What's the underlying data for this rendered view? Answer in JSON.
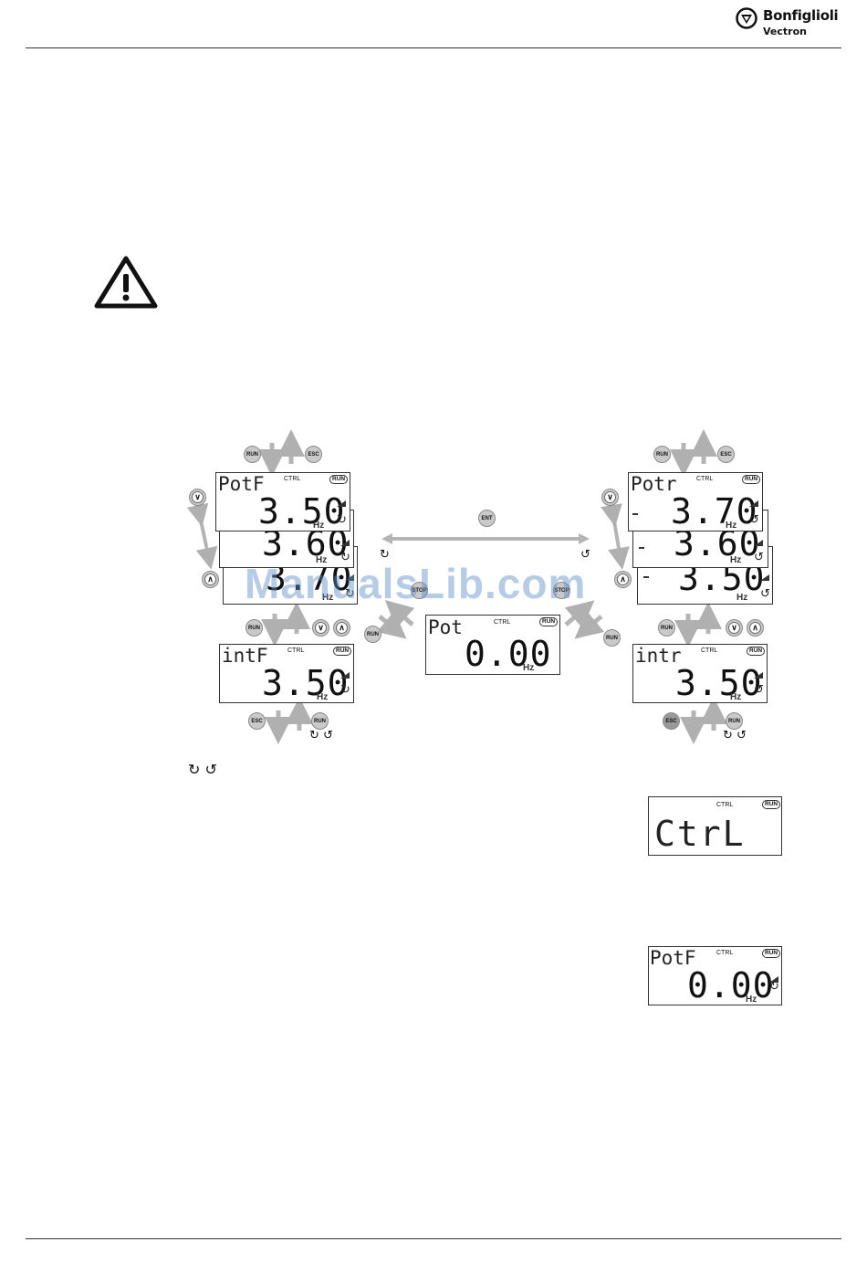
{
  "header": {
    "brand_name": "Bonfiglioli",
    "brand_sub": "Vectron"
  },
  "diagram": {
    "keys": {
      "run": "RUN",
      "esc": "ESC",
      "ent": "ENT",
      "stop": "STOP",
      "down": "∨",
      "up": "∧"
    },
    "lcd_common": {
      "ctrl": "CTRL",
      "run_badge": "RUN",
      "unit": "Hz"
    },
    "left_stack": [
      {
        "mode": "PotF",
        "value": "3.50"
      },
      {
        "mode": "",
        "value": "3.60"
      },
      {
        "mode": "",
        "value": "3.70"
      }
    ],
    "right_stack": [
      {
        "mode": "Potr",
        "value": "3.70"
      },
      {
        "mode": "",
        "value": "3.60"
      },
      {
        "mode": "",
        "value": "3.50"
      }
    ],
    "center": {
      "mode": "Pot",
      "value": "0.00"
    },
    "left_jog": {
      "mode": "intF",
      "value": "3.50"
    },
    "right_jog": {
      "mode": "intr",
      "value": "3.50"
    },
    "rotation_symbols": "↻ ↺",
    "ctrl_display": {
      "text": "CtrL"
    },
    "potf_display": {
      "mode": "PotF",
      "value": "0.00"
    }
  },
  "watermark": "ManualsLib.com"
}
